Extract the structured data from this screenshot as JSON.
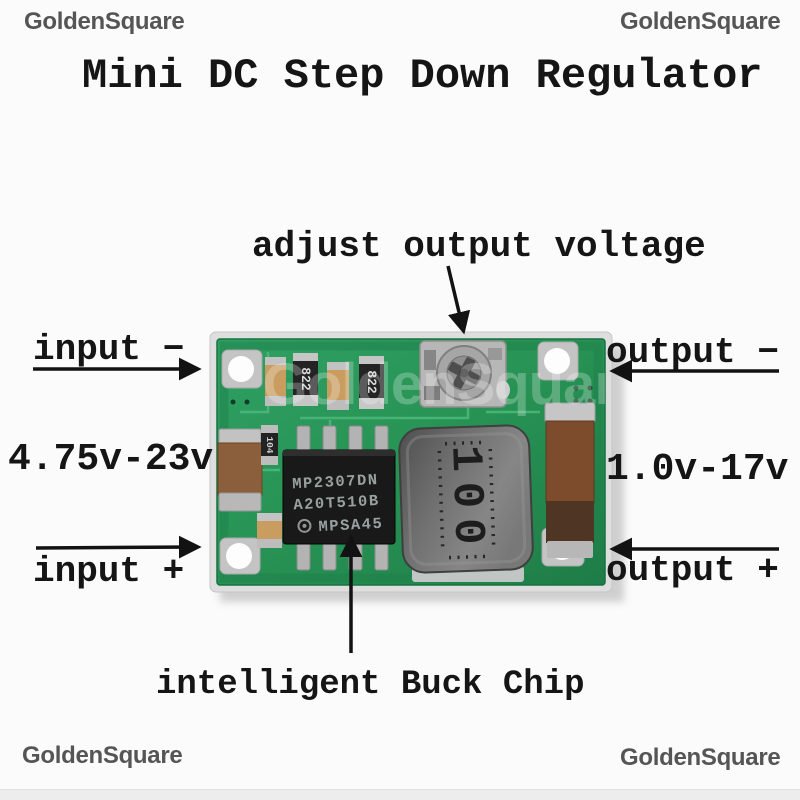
{
  "watermark": {
    "text": "GoldenSquare",
    "color": "#555555"
  },
  "title": {
    "text": "Mini DC Step Down Regulator"
  },
  "labels": {
    "adjust_output_voltage": "adjust output voltage",
    "input_minus": "input −",
    "input_voltage_range": "4.75v-23v",
    "input_plus": "input +",
    "output_minus": "output −",
    "output_voltage_range": "1.0v-17v",
    "output_plus": "output +",
    "intelligent_buck_chip": "intelligent Buck Chip"
  },
  "pcb": {
    "board_color": "#2a9158",
    "chip": {
      "line1": "MP2307DN",
      "line2": "A20T510B",
      "line3": "MPSA45"
    },
    "inductor_value": "100",
    "resistors": [
      "822",
      "822",
      "104"
    ]
  }
}
